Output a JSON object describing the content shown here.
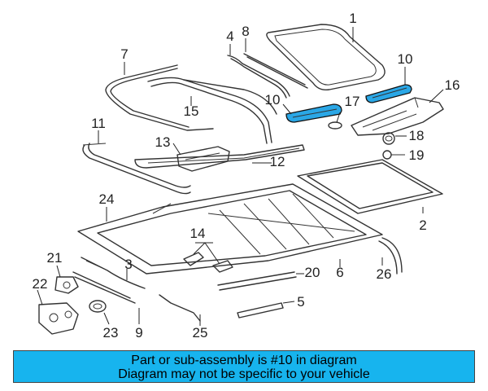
{
  "diagram": {
    "callouts": [
      "1",
      "2",
      "3",
      "4",
      "5",
      "6",
      "7",
      "8",
      "9",
      "10",
      "10",
      "11",
      "12",
      "13",
      "14",
      "15",
      "16",
      "17",
      "18",
      "19",
      "20",
      "21",
      "22",
      "23",
      "24",
      "25",
      "26"
    ],
    "highlight_color": "#2aa7e6"
  },
  "banner": {
    "line1": "Part or sub-assembly is #10 in diagram",
    "line2": "Diagram may not be specific to your vehicle",
    "background": "#17b4ee"
  }
}
